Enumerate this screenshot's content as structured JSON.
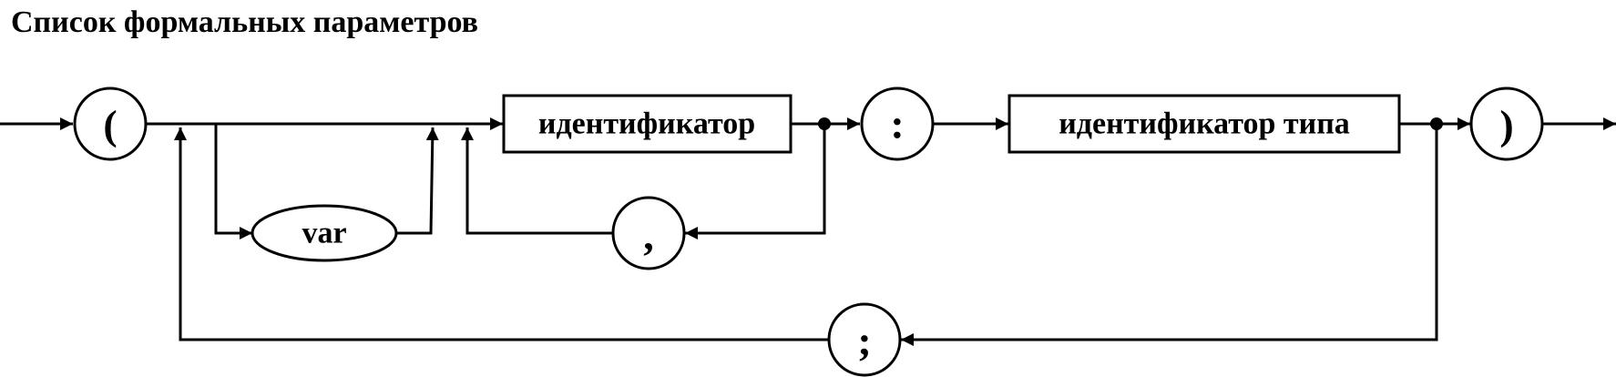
{
  "title": "Список формальных параметров",
  "nodes": {
    "open_paren": "(",
    "var": "var",
    "identifier": "идентификатор",
    "comma": ",",
    "colon": ":",
    "type_identifier": "идентификатор типа",
    "close_paren": ")",
    "semicolon": ";"
  },
  "colors": {
    "stroke": "#000000",
    "background": "#ffffff"
  }
}
